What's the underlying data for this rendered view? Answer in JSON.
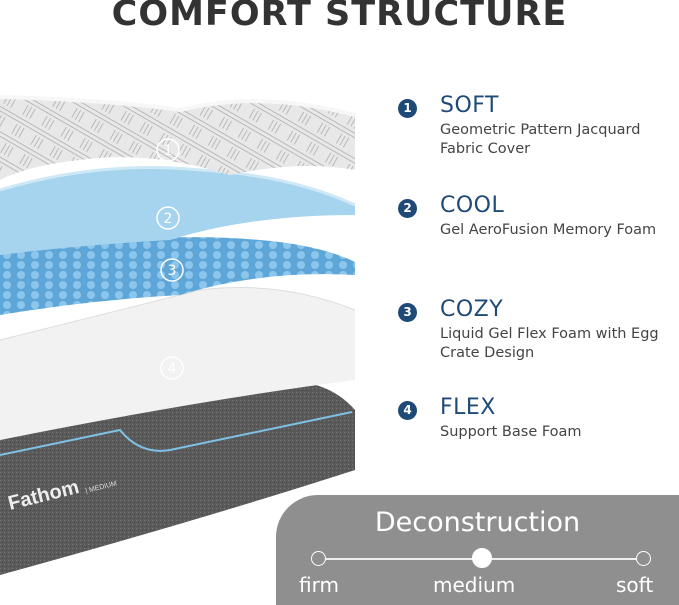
{
  "title": "COMFORT STRUCTURE",
  "layers": [
    {
      "num": "1",
      "heading": "SOFT",
      "description": "Geometric Pattern Jacquard Fabric Cover"
    },
    {
      "num": "2",
      "heading": "COOL",
      "description": "Gel AeroFusion Memory Foam"
    },
    {
      "num": "3",
      "heading": "COZY",
      "description": "Liquid Gel Flex Foam with Egg Crate Design"
    },
    {
      "num": "4",
      "heading": "FLEX",
      "description": "Support Base Foam"
    }
  ],
  "image_labels": {
    "n1": "1",
    "n2": "2",
    "n3": "3",
    "n4": "4",
    "brand": "Fathom",
    "model": "| MEDIUM"
  },
  "firmness": {
    "title": "Deconstruction",
    "options": [
      "firm",
      "medium",
      "soft"
    ],
    "selected": "medium"
  },
  "colors": {
    "accent": "#1f4a78",
    "panel": "#8f8f8f"
  }
}
